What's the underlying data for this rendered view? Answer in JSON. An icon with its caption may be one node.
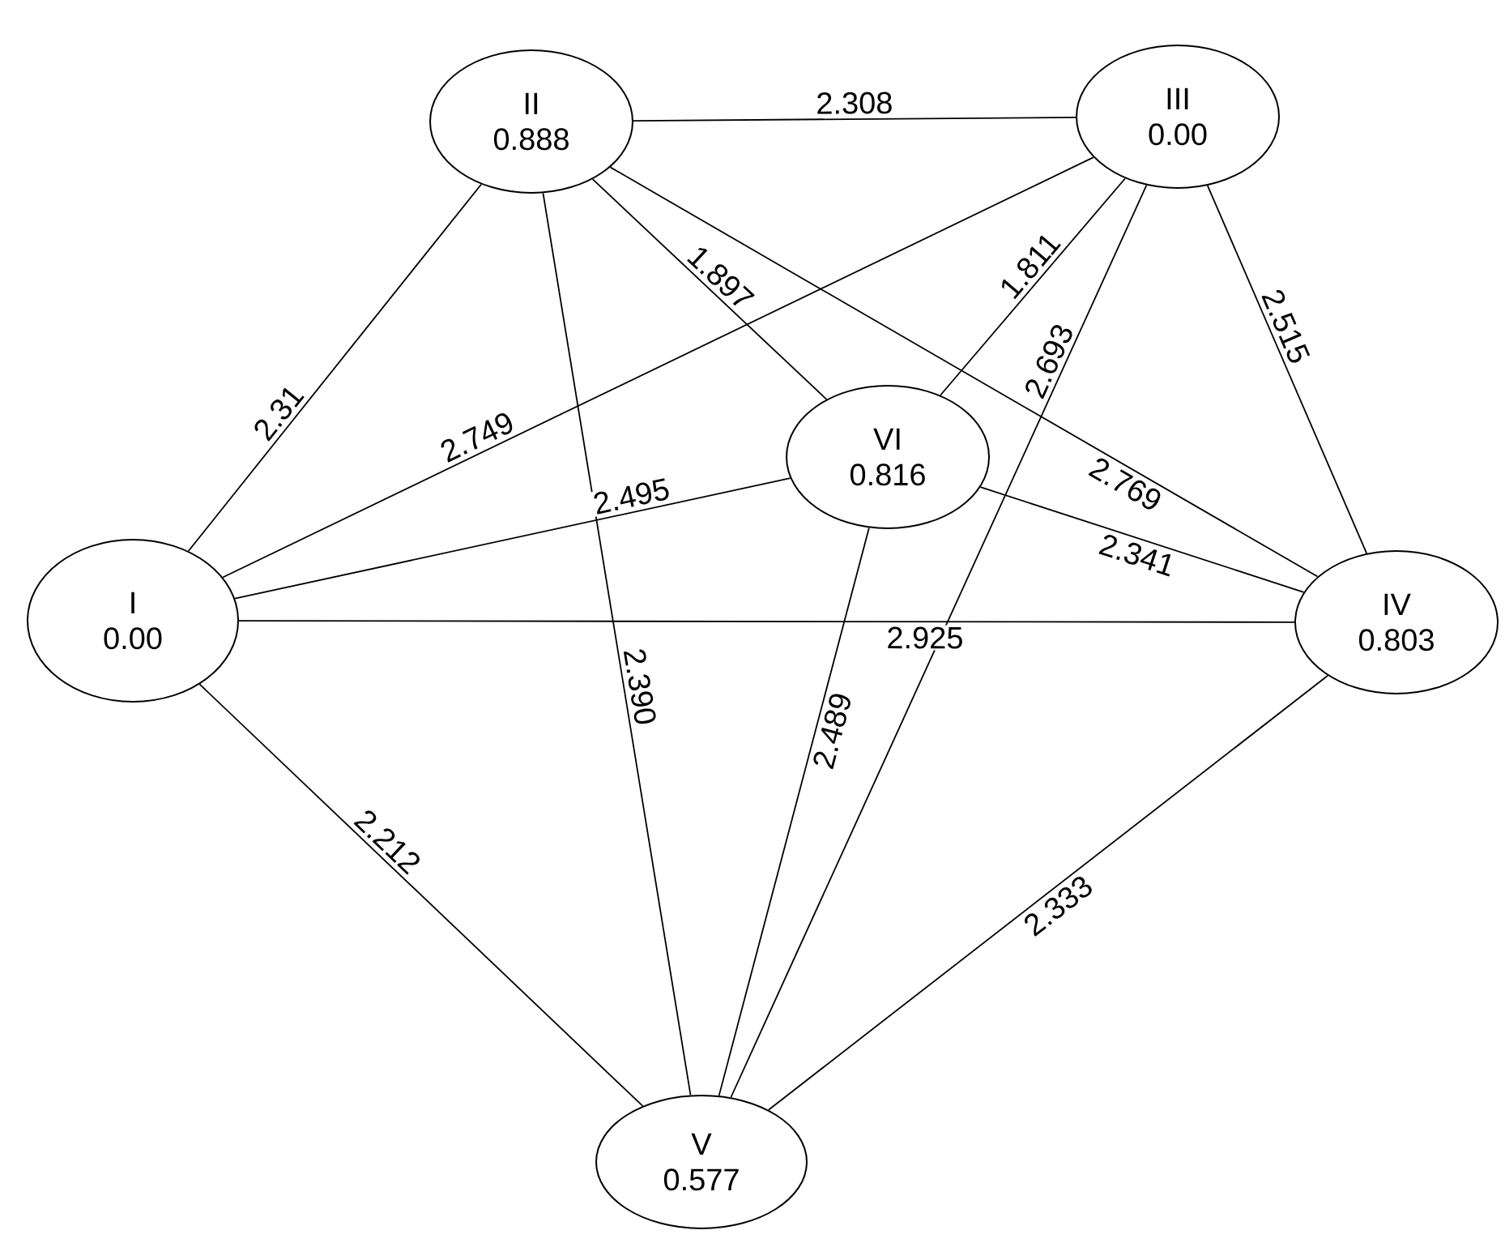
{
  "diagram": {
    "nodes": [
      {
        "text": [
          "II",
          "0.888"
        ]
      },
      {
        "text": [
          "III",
          "0.00"
        ]
      },
      {
        "text": [
          "VI",
          "0.816"
        ]
      },
      {
        "text": [
          "I",
          "0.00"
        ]
      },
      {
        "text": [
          "IV",
          "0.803"
        ]
      },
      {
        "text": [
          "V",
          "0.577"
        ]
      }
    ],
    "edges": [
      {
        "from": 0,
        "to": 1,
        "arrow": "none",
        "label": "2.308"
      },
      {
        "from": 0,
        "to": 2,
        "arrow": "none",
        "label": "1.897"
      },
      {
        "from": 1,
        "to": 2,
        "arrow": "none",
        "label": "1.811"
      },
      {
        "from": 0,
        "to": 3,
        "arrow": "none",
        "label": "2.31"
      },
      {
        "from": 1,
        "to": 3,
        "arrow": "none",
        "label": "2.749"
      },
      {
        "from": 2,
        "to": 3,
        "arrow": "none",
        "label": "2.495"
      },
      {
        "from": 0,
        "to": 5,
        "arrow": "none",
        "label": "2.390"
      },
      {
        "from": 0,
        "to": 4,
        "arrow": "none",
        "label": "2.769"
      },
      {
        "from": 2,
        "to": 4,
        "arrow": "none",
        "label": "2.341"
      },
      {
        "from": 1,
        "to": 5,
        "arrow": "none",
        "label": "2.693"
      },
      {
        "from": 1,
        "to": 4,
        "arrow": "none",
        "label": "2.515"
      },
      {
        "from": 2,
        "to": 5,
        "arrow": "none",
        "label": "2.489"
      },
      {
        "from": 3,
        "to": 4,
        "arrow": "none",
        "label": "2.925"
      },
      {
        "from": 3,
        "to": 5,
        "arrow": "none",
        "label": "2.212"
      },
      {
        "from": 5,
        "to": 4,
        "arrow": "none",
        "label": "2.333"
      }
    ]
  }
}
